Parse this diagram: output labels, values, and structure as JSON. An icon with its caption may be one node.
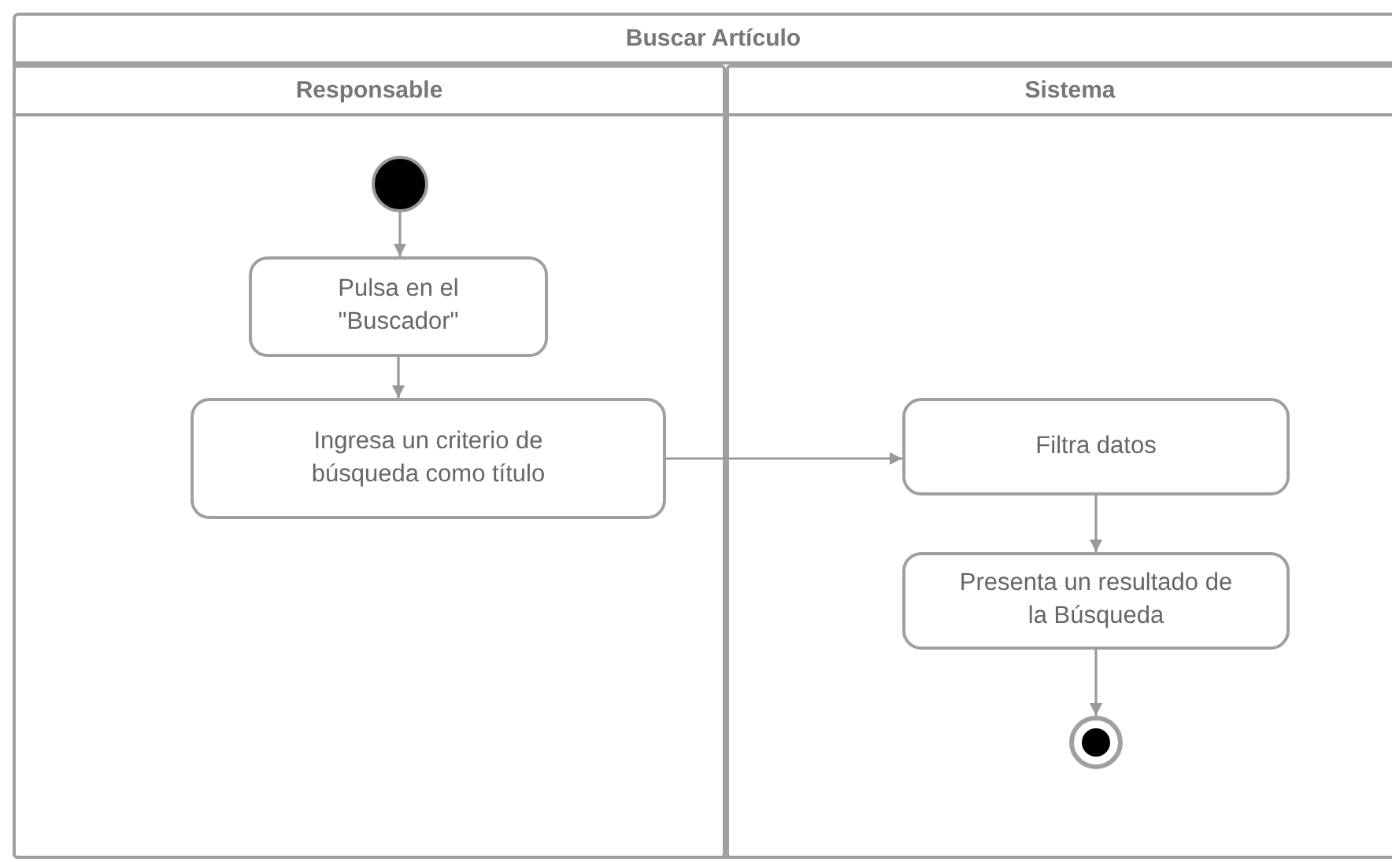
{
  "diagram": {
    "nodes": [
      {
        "text": [
          "Buscar Artículo"
        ]
      },
      {
        "text": [
          "Responsable"
        ],
        "in": 0
      },
      {
        "text": [
          "Sistema"
        ],
        "in": 0
      },
      {
        "text": [],
        "shape": "circle",
        "in": 1
      },
      {
        "text": [
          "Pulsa en el \"Buscador\""
        ],
        "in": 1
      },
      {
        "text": [
          "Ingresa un criterio de búsqueda como título"
        ],
        "in": 1
      },
      {
        "text": [
          "Filtra datos"
        ],
        "in": 2
      },
      {
        "text": [
          "Presenta un resultado de la Búsqueda"
        ],
        "in": 2
      },
      {
        "text": [],
        "shape": "bullseye",
        "in": 2
      }
    ],
    "edges": [
      {
        "from": 3,
        "to": 4,
        "arrow": "to"
      },
      {
        "from": 4,
        "to": 5,
        "arrow": "to"
      },
      {
        "from": 5,
        "to": 6,
        "arrow": "to"
      },
      {
        "from": 6,
        "to": 7,
        "arrow": "to"
      },
      {
        "from": 7,
        "to": 8,
        "arrow": "to"
      }
    ]
  }
}
